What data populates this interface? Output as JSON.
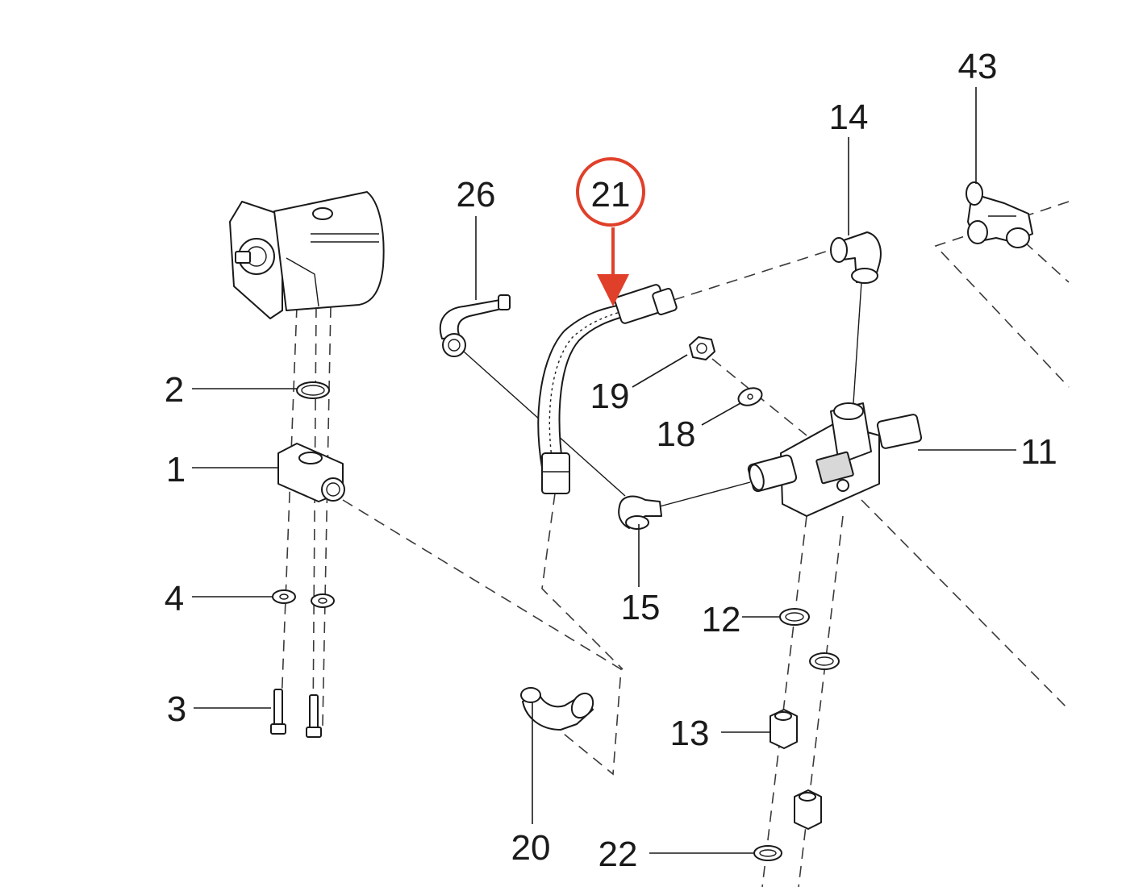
{
  "callouts": {
    "p1": "1",
    "p2": "2",
    "p3": "3",
    "p4": "4",
    "p11": "11",
    "p12": "12",
    "p13": "13",
    "p14": "14",
    "p15": "15",
    "p18": "18",
    "p19": "19",
    "p20": "20",
    "p21": "21",
    "p22": "22",
    "p26": "26",
    "p43": "43"
  },
  "highlight": {
    "part": "21",
    "color": "#e0402a"
  }
}
